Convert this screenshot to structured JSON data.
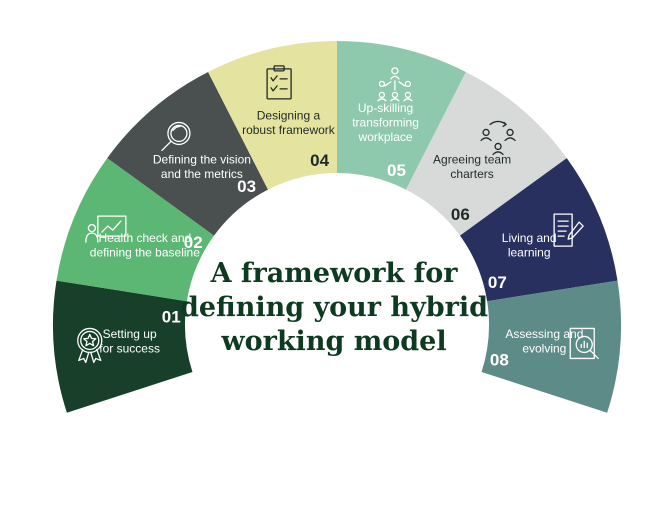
{
  "title": {
    "lines": [
      "A framework for",
      "defining your hybrid",
      "working model"
    ]
  },
  "segments": [
    {
      "number": "01",
      "label": [
        "Setting up",
        "for success"
      ],
      "color": "#173f2a",
      "text_color": "#ffffff",
      "icon": "award-star-icon"
    },
    {
      "number": "02",
      "label": [
        "Health check and",
        "defining the baseline"
      ],
      "color": "#5db774",
      "text_color": "#ffffff",
      "icon": "presentation-chart-icon"
    },
    {
      "number": "03",
      "label": [
        "Defining the vision",
        "and the metrics"
      ],
      "color": "#4a5050",
      "text_color": "#ffffff",
      "icon": "magnifier-icon"
    },
    {
      "number": "04",
      "label": [
        "Designing a",
        "robust framework"
      ],
      "color": "#e4e3a0",
      "text_color": "#1f2a24",
      "icon": "clipboard-checklist-icon"
    },
    {
      "number": "05",
      "label": [
        "Up-skilling",
        "transforming",
        "workplace"
      ],
      "color": "#8ec9ae",
      "text_color": "#ffffff",
      "icon": "people-network-icon"
    },
    {
      "number": "06",
      "label": [
        "Agreeing team",
        "charters"
      ],
      "color": "#d8dad9",
      "text_color": "#1f2a24",
      "icon": "team-cycle-icon"
    },
    {
      "number": "07",
      "label": [
        "Living and",
        "learning"
      ],
      "color": "#27305e",
      "text_color": "#ffffff",
      "icon": "document-pen-icon"
    },
    {
      "number": "08",
      "label": [
        "Assessing and",
        "evolving"
      ],
      "color": "#5d8b88",
      "text_color": "#ffffff",
      "icon": "report-magnifier-icon"
    }
  ]
}
